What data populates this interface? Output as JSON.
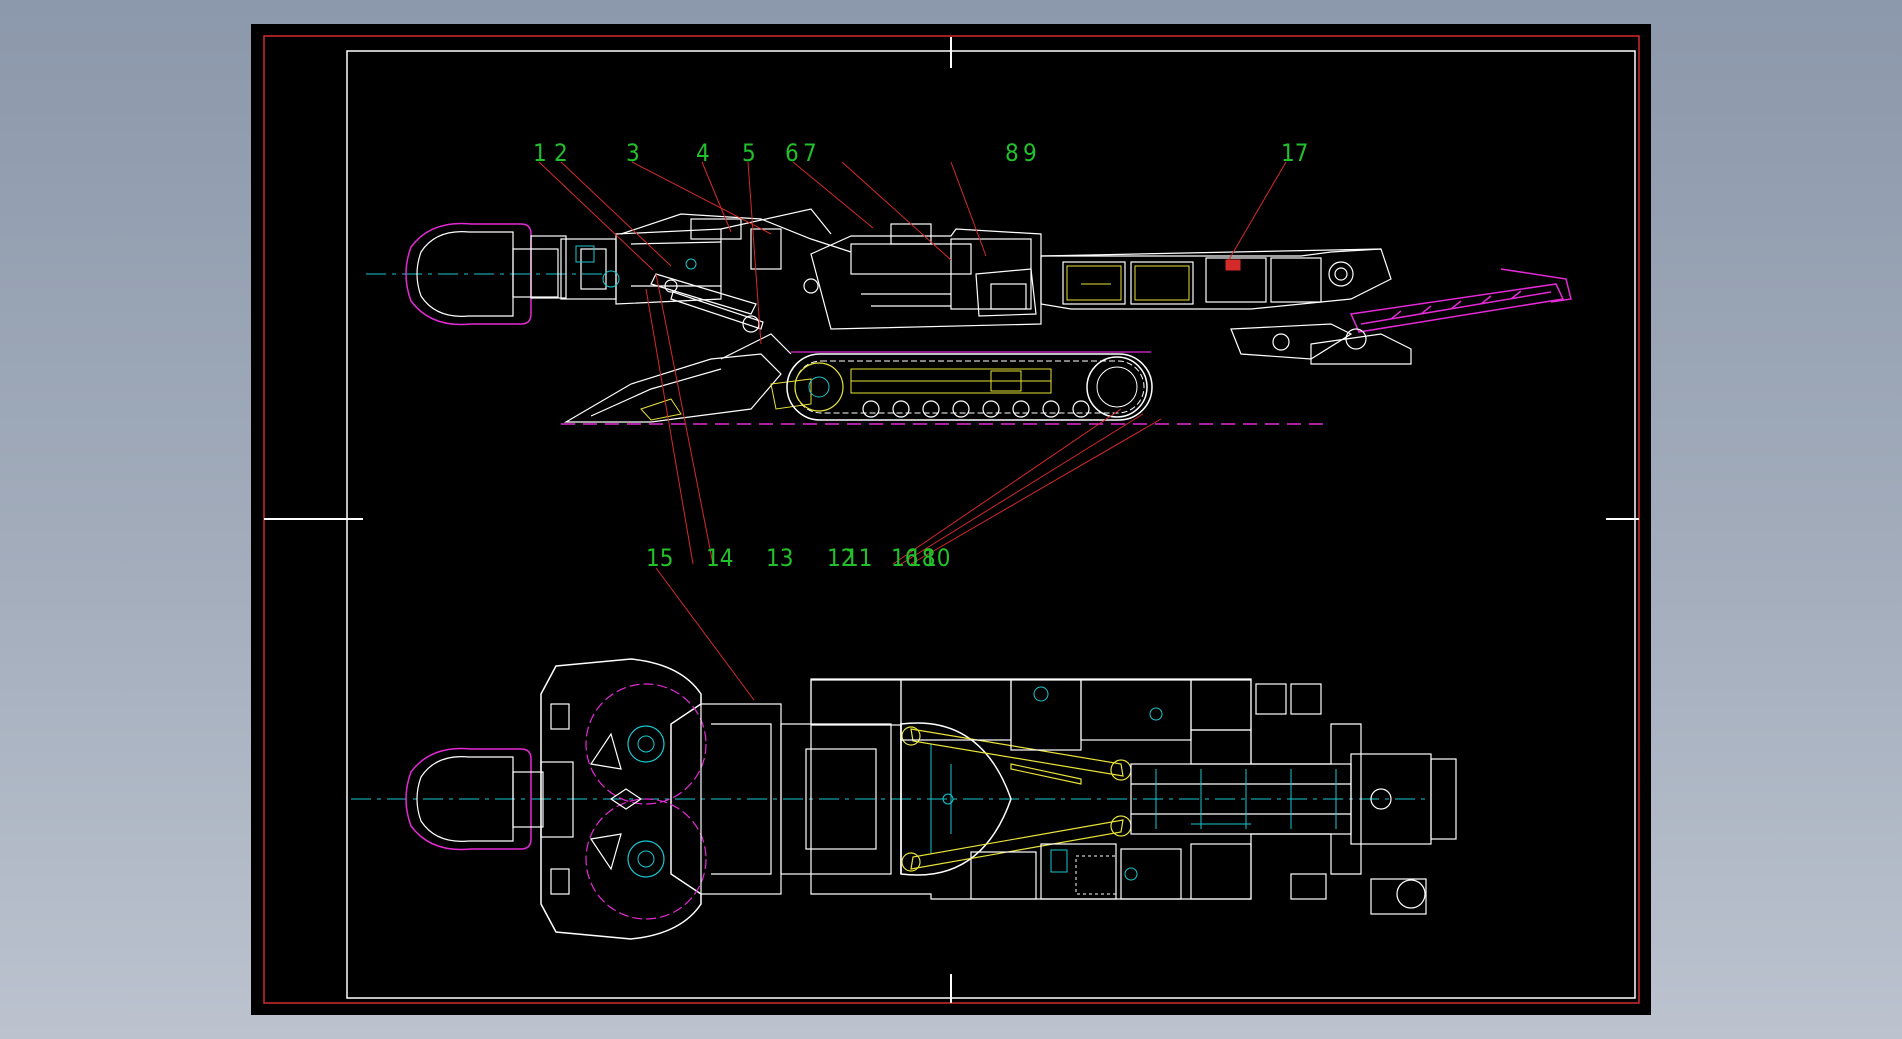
{
  "colors": {
    "background": "#000000",
    "outline": "#ffffff",
    "leader": "#d42a2a",
    "border": "#d42a2a",
    "label": "#22c12b",
    "center": "#19c7d0",
    "accent": "#e32ad4",
    "yellow": "#e8e23a"
  },
  "top_labels": [
    "1",
    "2",
    "3",
    "4",
    "5",
    "6",
    "7",
    "8",
    "9",
    "17"
  ],
  "mid_labels": [
    "15",
    "14",
    "13",
    "12",
    "11",
    "16",
    "18",
    "10"
  ]
}
